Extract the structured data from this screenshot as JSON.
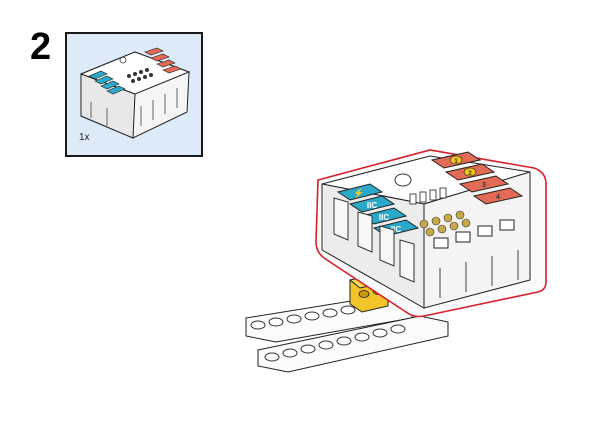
{
  "step": {
    "number": "2"
  },
  "parts_callout": {
    "quantity": "1x"
  },
  "controller": {
    "ports_left": [
      "⚡",
      "IIC",
      "IIC",
      "IIC"
    ],
    "ports_right": [
      "1",
      "2",
      "3",
      "4"
    ]
  },
  "colors": {
    "port_blue": "#29a9c7",
    "port_orange": "#e36a55",
    "port_label_yellow": "#f2c21a",
    "connector_yellow": "#f3c52a",
    "outline_red": "#d8202a",
    "callout_bg": "#dcebf7"
  }
}
